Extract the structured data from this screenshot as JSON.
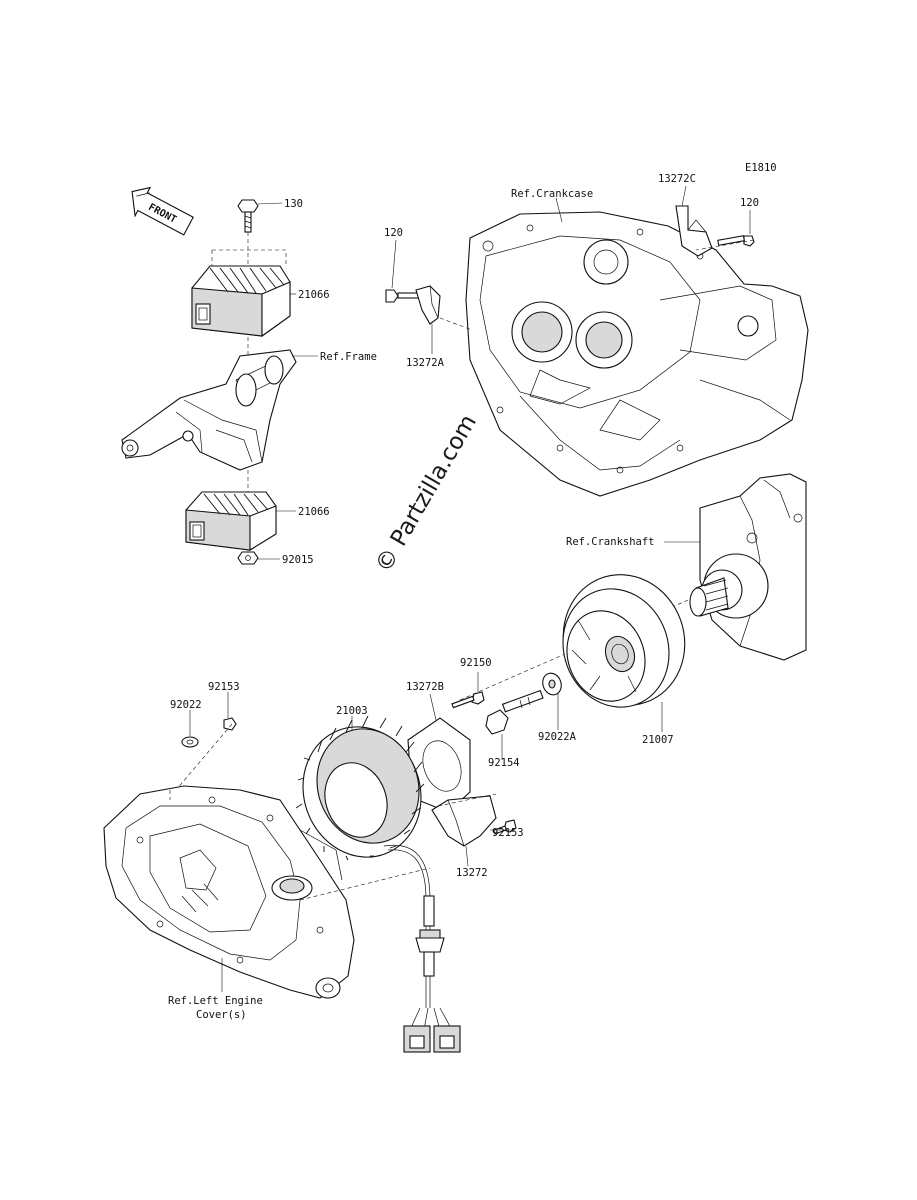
{
  "diagram": {
    "code": "E1810",
    "front_arrow": "FRONT",
    "watermark": "© Partzilla.com"
  },
  "callouts": {
    "p130": "130",
    "p21066_top": "21066",
    "ref_frame": "Ref.Frame",
    "p21066_bottom": "21066",
    "p92015": "92015",
    "ref_crankcase": "Ref.Crankcase",
    "p13272c": "13272C",
    "p120_right": "120",
    "p120_left": "120",
    "p13272a": "13272A",
    "ref_crankshaft": "Ref.Crankshaft",
    "p92150": "92150",
    "p13272b": "13272B",
    "p21003": "21003",
    "p92153_top": "92153",
    "p92022": "92022",
    "p92154": "92154",
    "p92022a": "92022A",
    "p21007": "21007",
    "p92153_right": "92153",
    "p13272": "13272",
    "ref_left_engine_cover_line1": "Ref.Left Engine",
    "ref_left_engine_cover_line2": "Cover(s)"
  }
}
